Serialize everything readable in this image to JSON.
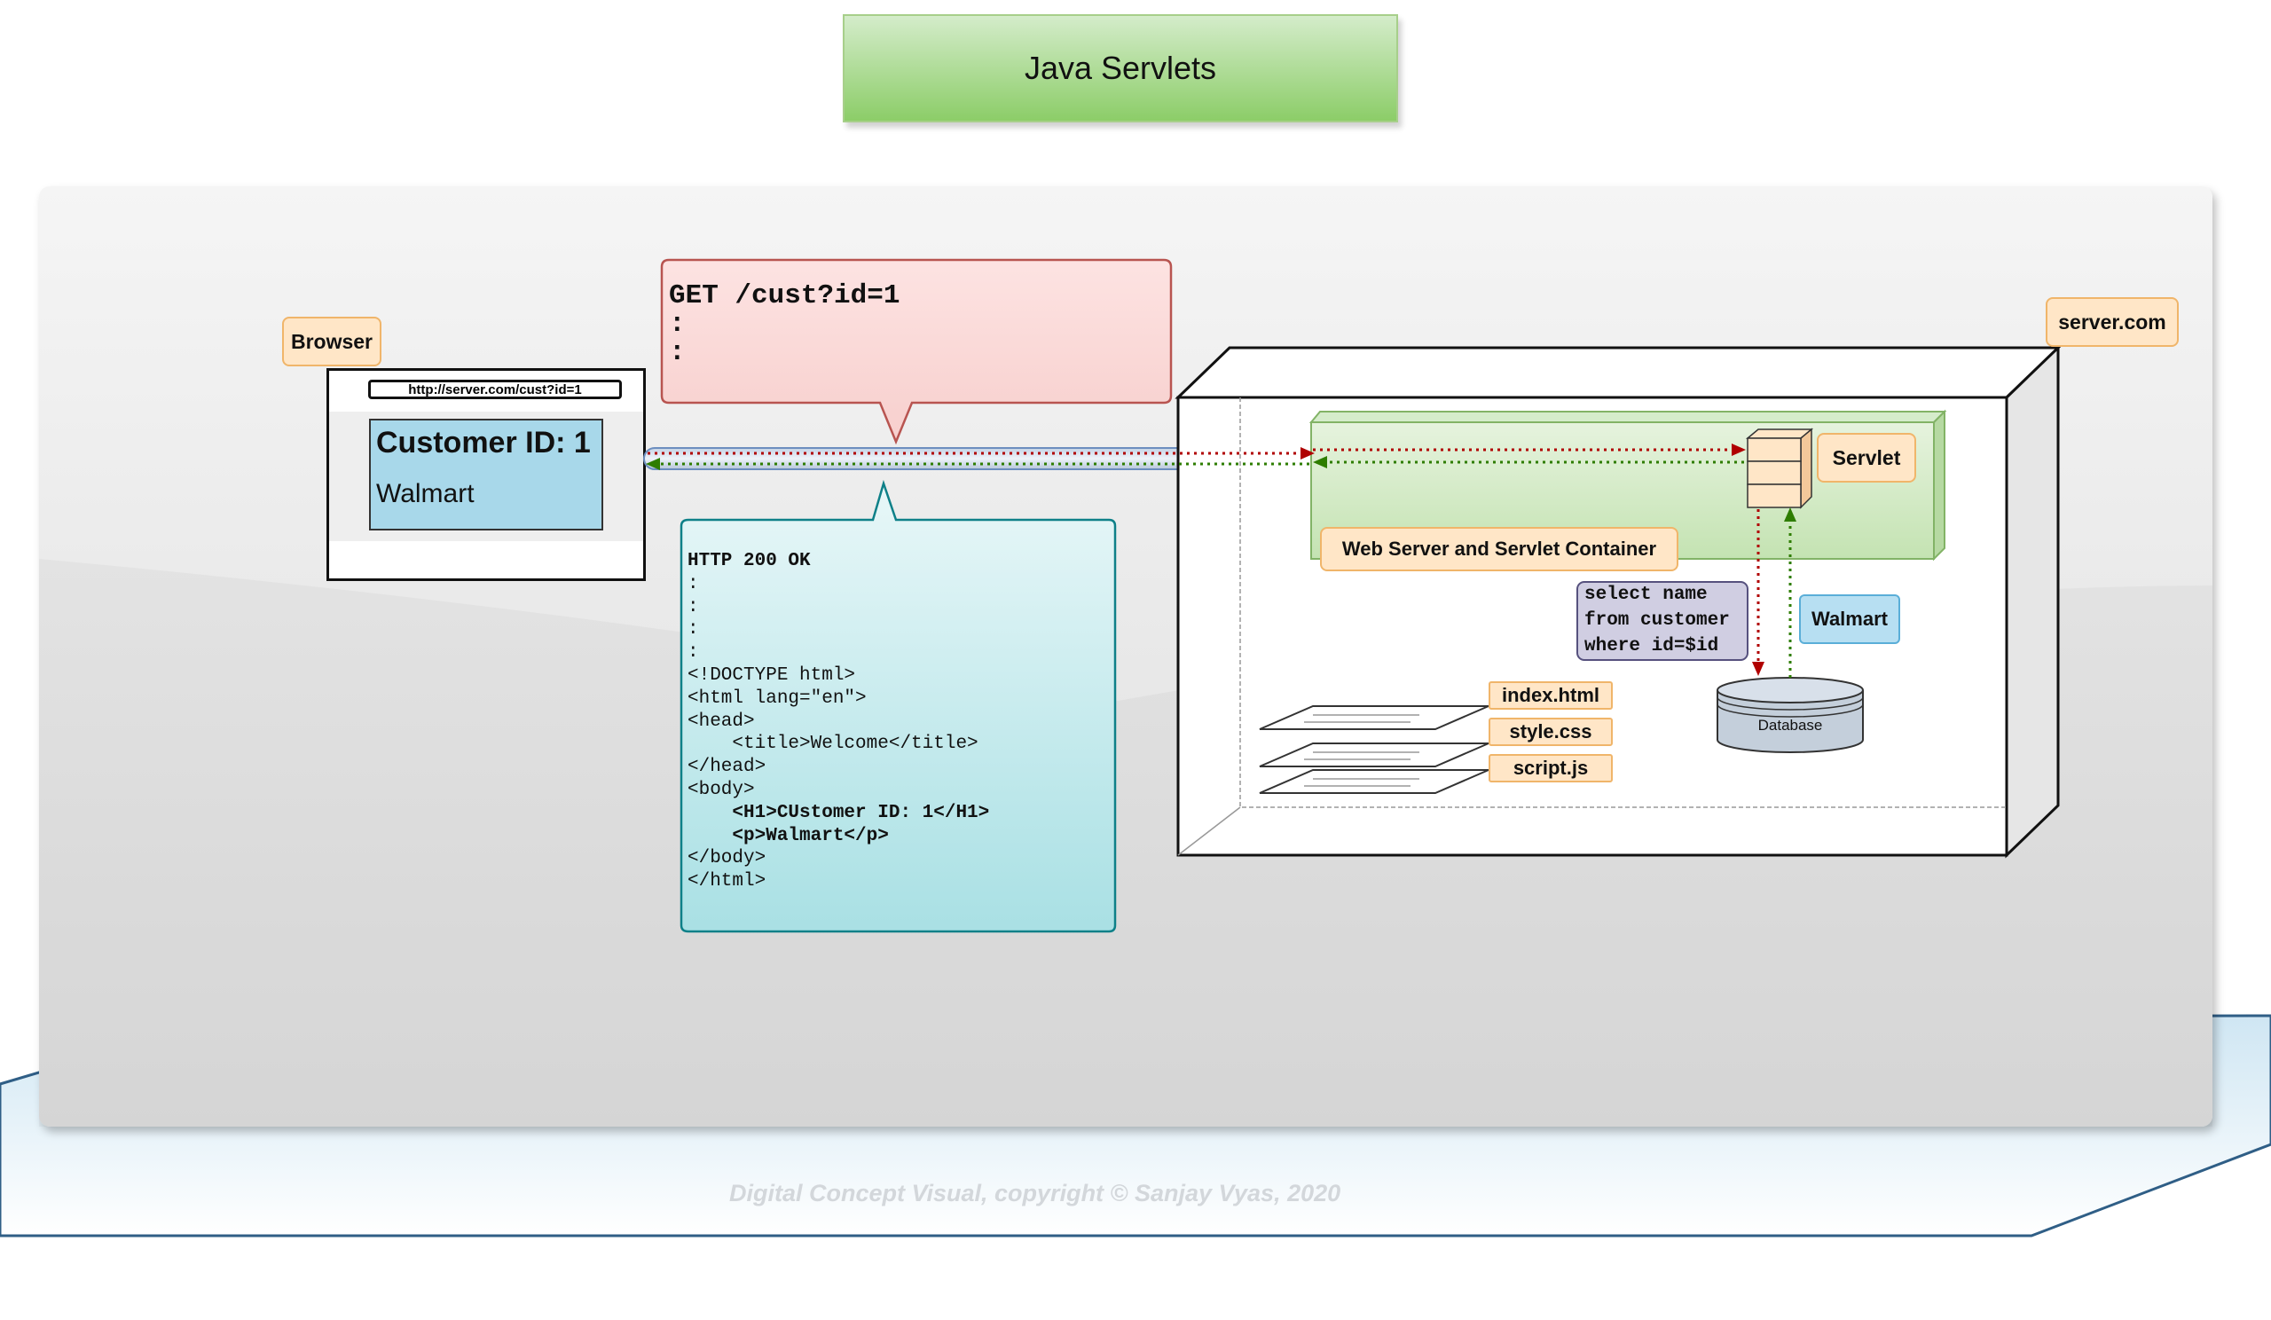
{
  "title": "Java Servlets",
  "browser": {
    "tag": "Browser",
    "url": "http://server.com/cust?id=1",
    "heading": "Customer ID: 1",
    "text": "Walmart"
  },
  "request": {
    "line1": "GET /cust?id=1",
    "line2": ":",
    "line3": ":"
  },
  "response": {
    "lines": [
      "HTTP 200 OK",
      ":",
      ":",
      ":",
      ":",
      "<!DOCTYPE html>",
      "<html lang=\"en\">",
      "<head>",
      "    <title>Welcome</title>",
      "</head>",
      "<body>",
      "    <H1>CUstomer ID: 1</H1>",
      "    <p>Walmart</p>",
      "</body>",
      "</html>"
    ],
    "bold_lines": [
      0,
      11,
      12
    ]
  },
  "server": {
    "tag": "server.com",
    "container_label": "Web Server and Servlet Container",
    "servlet_label": "Servlet",
    "sql": [
      "select name",
      "from customer",
      "where id=$id"
    ],
    "result_label": "Walmart",
    "database_label": "Database",
    "files": [
      "index.html",
      "style.css",
      "script.js"
    ]
  },
  "footer": "Digital Concept Visual, copyright © Sanjay Vyas, 2020",
  "colors": {
    "request_arrow": "#b00000",
    "response_arrow": "#2e7d00",
    "title_fill": "#a2d88a",
    "tag_fill": "#ffe6c7",
    "request_bubble": "#f8cecc",
    "response_bubble": "#b0e3e6"
  }
}
